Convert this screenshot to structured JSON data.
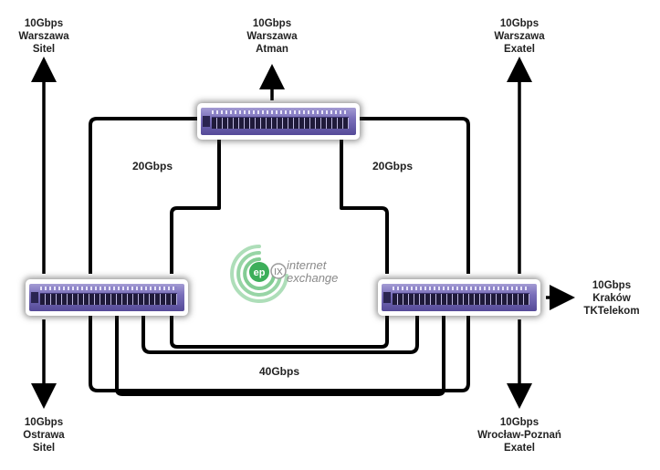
{
  "labels": {
    "warszawa_sitel": [
      "10Gbps",
      "Warszawa",
      "Sitel"
    ],
    "warszawa_atman": [
      "10Gbps",
      "Warszawa",
      "Atman"
    ],
    "warszawa_exatel": [
      "10Gbps",
      "Warszawa",
      "Exatel"
    ],
    "krakow_tktelekom": [
      "10Gbps",
      "Kraków",
      "TKTelekom"
    ],
    "ostrawa_sitel": [
      "10Gbps",
      "Ostrawa",
      "Sitel"
    ],
    "wroclaw_poznan_exatel": [
      "10Gbps",
      "Wrocław-Poznań",
      "Exatel"
    ]
  },
  "links": {
    "top_left": "20Gbps",
    "top_right": "20Gbps",
    "bottom": "40Gbps"
  },
  "logo": {
    "ep": "ep",
    "ix": "IX",
    "line1": "internet",
    "line2": "exchange"
  },
  "colors": {
    "line": "#000000",
    "switch_purple": "#6a5fb0",
    "logo_green": "#3dae5a"
  }
}
